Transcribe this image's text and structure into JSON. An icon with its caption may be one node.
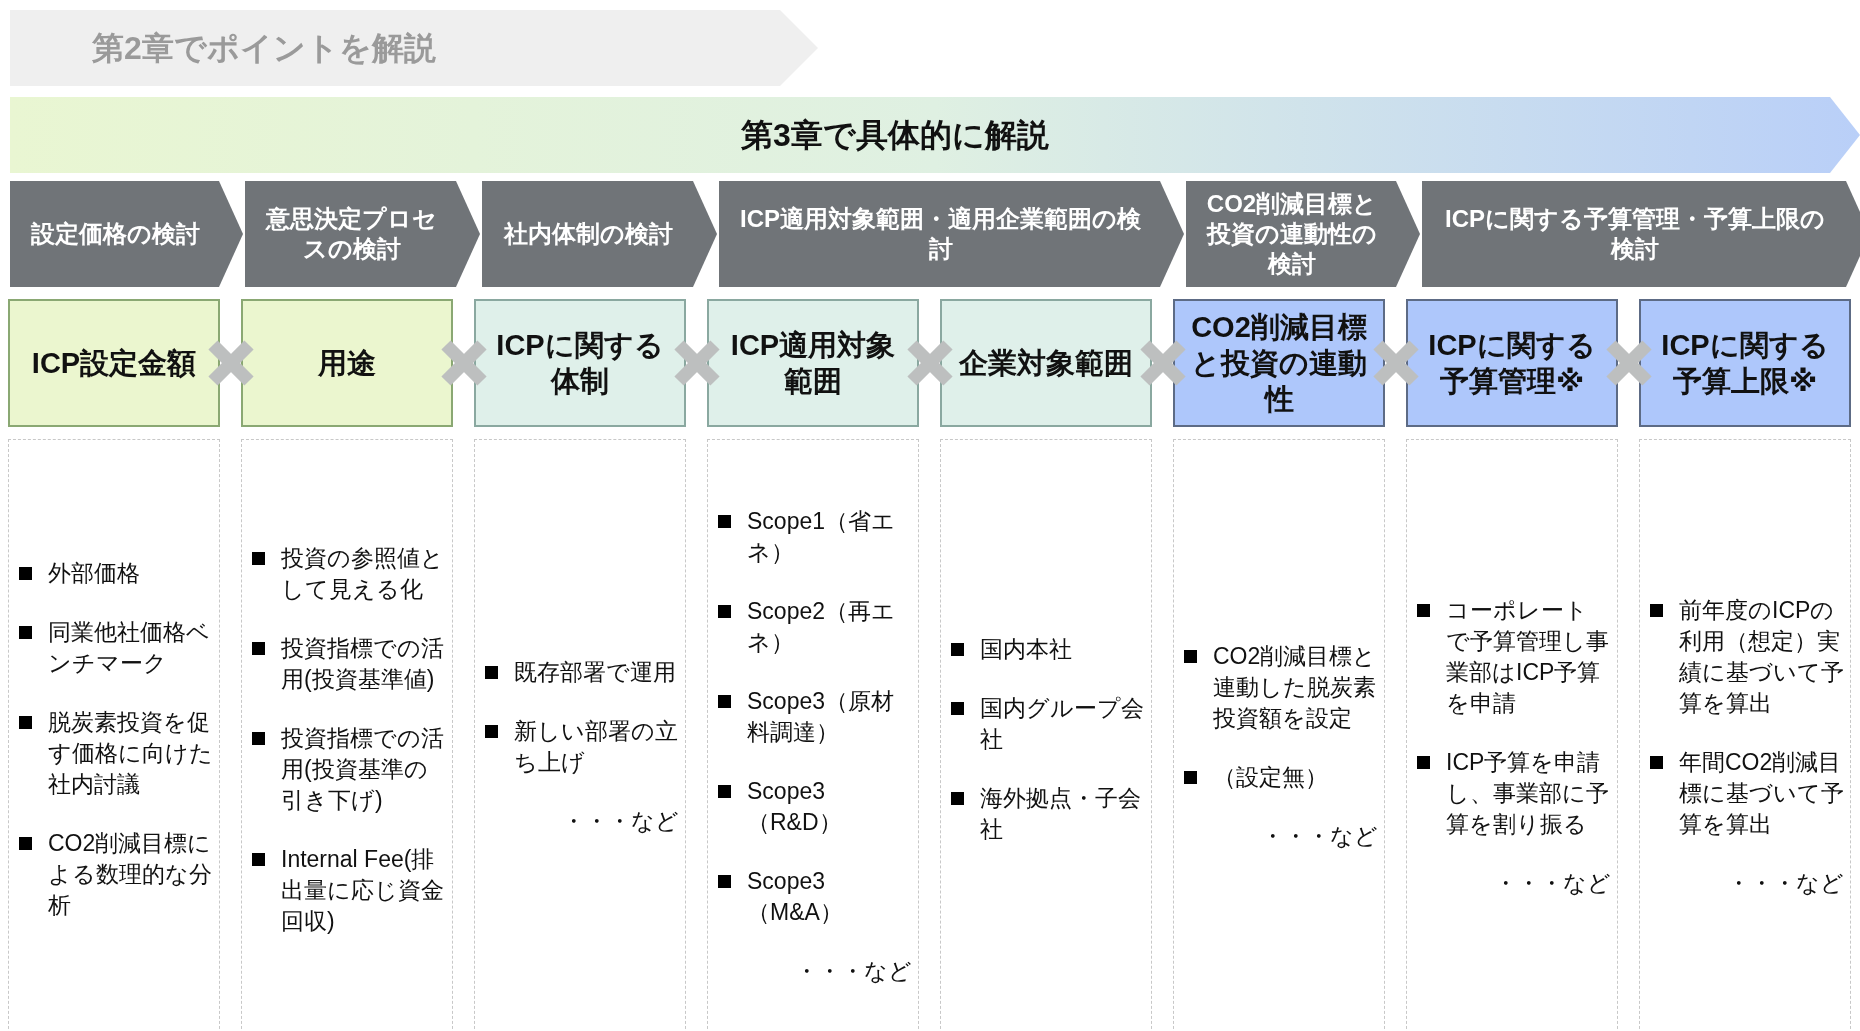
{
  "diagram": {
    "nodes": [
      {
        "text": [
          "第2章でポイントを解説"
        ]
      },
      {
        "text": [
          "第3章で具体的に解説"
        ]
      },
      {
        "text": [
          "設定価格の検討"
        ]
      },
      {
        "text": [
          "意思決定プロセスの検討"
        ]
      },
      {
        "text": [
          "社内体制の検討"
        ]
      },
      {
        "text": [
          "ICP適用対象範囲・適用企業範囲の検討"
        ]
      },
      {
        "text": [
          "CO2削減目標と投資の連動性の検討"
        ]
      },
      {
        "text": [
          "ICPに関する予算管理・予算上限の検討"
        ]
      },
      {
        "text": [
          "ICP設定金額"
        ]
      },
      {
        "text": [
          "用途"
        ]
      },
      {
        "text": [
          "ICPに関する体制"
        ]
      },
      {
        "text": [
          "ICP適用対象範囲"
        ]
      },
      {
        "text": [
          "企業対象範囲"
        ]
      },
      {
        "text": [
          "CO2削減目標と投資の連動性"
        ]
      },
      {
        "text": [
          "ICPに関する予算管理※"
        ]
      },
      {
        "text": [
          "ICPに関する予算上限※"
        ]
      },
      {
        "text": [
          "外部価格",
          "同業他社価格ベンチマーク",
          "脱炭素投資を促す価格に向けた社内討議",
          "CO2削減目標による数理的な分析"
        ]
      },
      {
        "text": [
          "投資の参照値として見える化",
          "投資指標での活用(投資基準値)",
          "投資指標での活用(投資基準の引き下げ)",
          "Internal Fee(排出量に応じ資金回収)"
        ]
      },
      {
        "text": [
          "既存部署で運用",
          "新しい部署の立ち上げ",
          "・・・など"
        ]
      },
      {
        "text": [
          "Scope1（省エネ）",
          "Scope2（再エネ）",
          "Scope3（原材料調達）",
          "Scope3（R&D）",
          "Scope3（M&A）",
          "・・・など"
        ]
      },
      {
        "text": [
          "国内本社",
          "国内グループ会社",
          "海外拠点・子会社"
        ]
      },
      {
        "text": [
          "CO2削減目標と連動した脱炭素投資額を設定",
          "（設定無）",
          "・・・など"
        ]
      },
      {
        "text": [
          "コーポレートで予算管理し事業部はICP予算を申請",
          "ICP予算を申請し、事業部に予算を割り振る",
          "・・・など"
        ]
      },
      {
        "text": [
          "前年度のICPの利用（想定）実績に基づいて予算を算出",
          "年間CO2削減目標に基づいて予算を算出",
          "・・・など"
        ]
      }
    ]
  }
}
